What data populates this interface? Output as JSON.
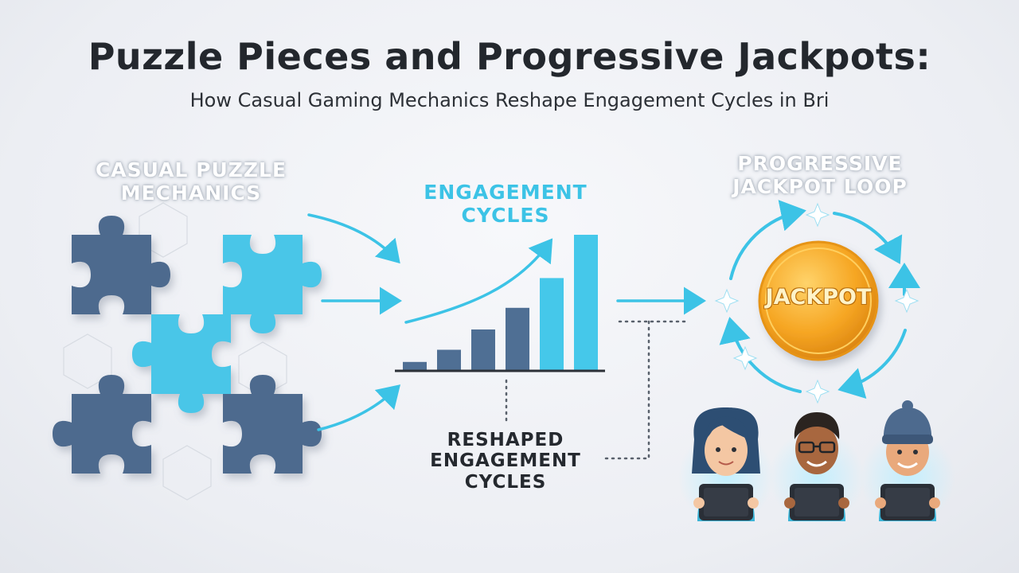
{
  "header": {
    "title": "Puzzle Pieces and Progressive Jackpots:",
    "subtitle": "How Casual Gaming Mechanics Reshape Engagement Cycles in Bri"
  },
  "nodes": {
    "puzzle_label": "CASUAL PUZZLE MECHANICS",
    "engagement_label": "ENGAGEMENT CYCLES",
    "jackpot_label": "PROGRESSIVE JACKPOT LOOP",
    "reshaped_label": "RESHAPED ENGAGEMENT CYCLES",
    "coin_text": "JACKPOT"
  },
  "engagement_bars": {
    "relative_heights": [
      0.06,
      0.15,
      0.3,
      0.46,
      0.68,
      1.0
    ],
    "colors": [
      "#4f6f94",
      "#4f6f94",
      "#4f6f94",
      "#4f6f94",
      "#45c8ea",
      "#45c8ea"
    ]
  },
  "colors": {
    "accent_cyan": "#3cc3e6",
    "puzzle_dark": "#4d6a8e",
    "puzzle_light": "#48c6e8",
    "coin_gold": "#f6a623",
    "title": "#23272d"
  },
  "icons": {
    "puzzle": "puzzle-piece-icon",
    "sparkle": "sparkle-icon",
    "coin": "jackpot-coin-icon",
    "player": "player-with-tablet-icon"
  }
}
